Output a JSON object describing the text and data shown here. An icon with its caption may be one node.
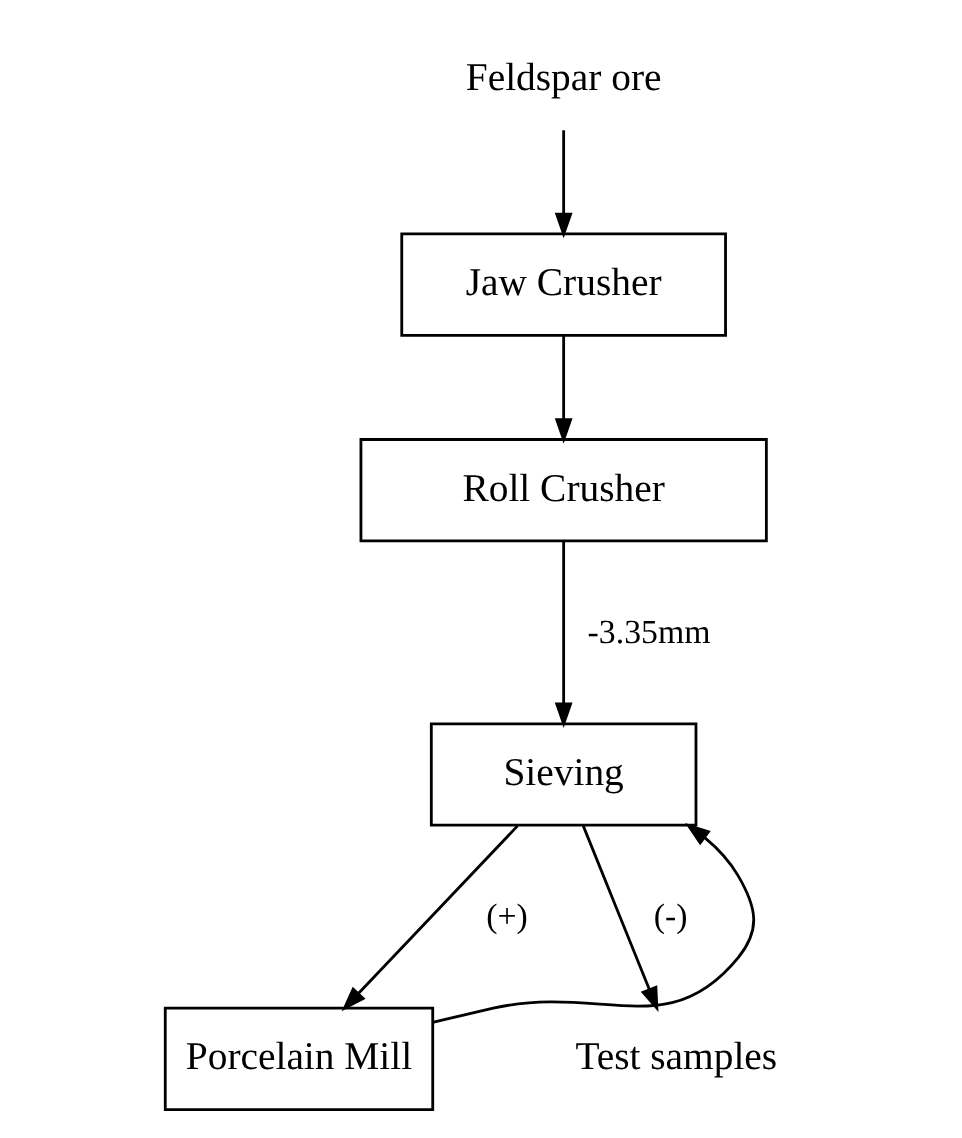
{
  "diagram": {
    "nodes": [
      {
        "text": [
          "Feldspar ore"
        ]
      },
      {
        "text": [
          "Jaw Crusher"
        ]
      },
      {
        "text": [
          "Roll Crusher"
        ]
      },
      {
        "text": [
          "Sieving"
        ]
      },
      {
        "text": [
          "Porcelain Mill"
        ]
      },
      {
        "text": [
          "Test samples"
        ]
      }
    ],
    "edges": [
      {
        "from": 0,
        "to": 1,
        "arrow": "to"
      },
      {
        "from": 1,
        "to": 2,
        "arrow": "to"
      },
      {
        "from": 2,
        "to": 3,
        "arrow": "to",
        "label": "-3.35mm"
      },
      {
        "from": 3,
        "to": 4,
        "arrow": "to",
        "label": "(+)"
      },
      {
        "from": 4,
        "to": 3,
        "arrow": "to"
      },
      {
        "from": 3,
        "to": 5,
        "arrow": "to",
        "label": "(-)"
      }
    ]
  }
}
